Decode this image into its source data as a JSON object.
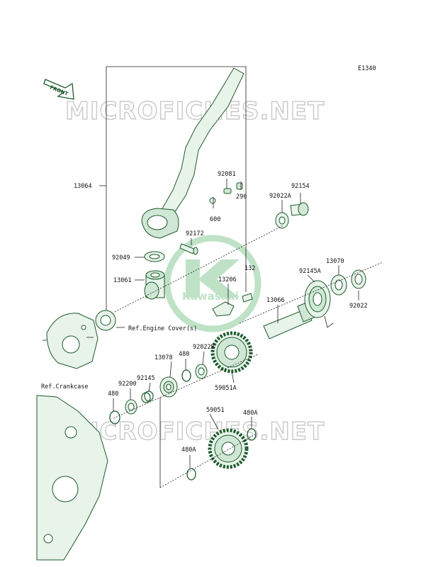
{
  "diagram_code": "E1340",
  "front_label": "FRONT",
  "watermark_top": "MICROFICHES.NET",
  "watermark_bottom": "MICROFICHES.NET",
  "logo_text": "Kawasaki",
  "ref_labels": {
    "engine_cover": "Ref.Engine Cover(s)",
    "crankcase": "Ref.Crankcase"
  },
  "parts": {
    "p13064": "13064",
    "p92081": "92081",
    "p290": "290",
    "p600": "600",
    "p92172": "92172",
    "p92049": "92049",
    "p13061": "13061",
    "p92022A": "92022A",
    "p92154": "92154",
    "p132": "132",
    "p13206": "13206",
    "p92145A": "92145A",
    "p13070": "13070",
    "p13066": "13066",
    "p92022": "92022",
    "p92022B": "92022B",
    "p480_mid": "480",
    "p13078": "13078",
    "p59051A": "59051A",
    "p92145": "92145",
    "p92200": "92200",
    "p480_left": "480",
    "p59051": "59051",
    "p480A_right": "480A",
    "p480A_left": "480A"
  }
}
